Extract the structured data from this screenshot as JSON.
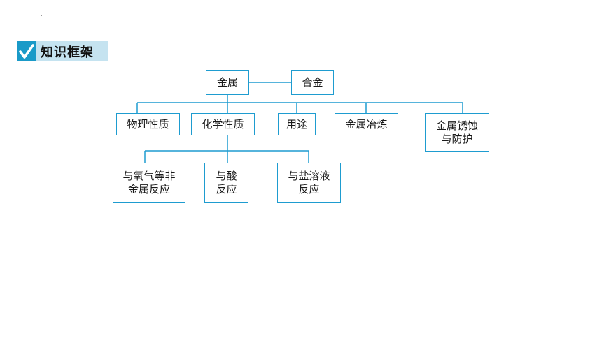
{
  "header": {
    "title": "知识框架",
    "icon": "checkmark-icon",
    "accent_color": "#1a9ac8",
    "title_bg_color": "#c5e3f0"
  },
  "diagram": {
    "line_color": "#1e9cd0",
    "nodes": {
      "metal": "金属",
      "alloy": "合金",
      "physical": "物理性质",
      "chemical": "化学性质",
      "uses": "用途",
      "smelting": "金属冶炼",
      "corrosion": "金属锈蚀\n与防护",
      "oxygen": "与氧气等非\n金属反应",
      "acid": "与酸\n反应",
      "salt": "与盐溶液\n反应"
    }
  }
}
